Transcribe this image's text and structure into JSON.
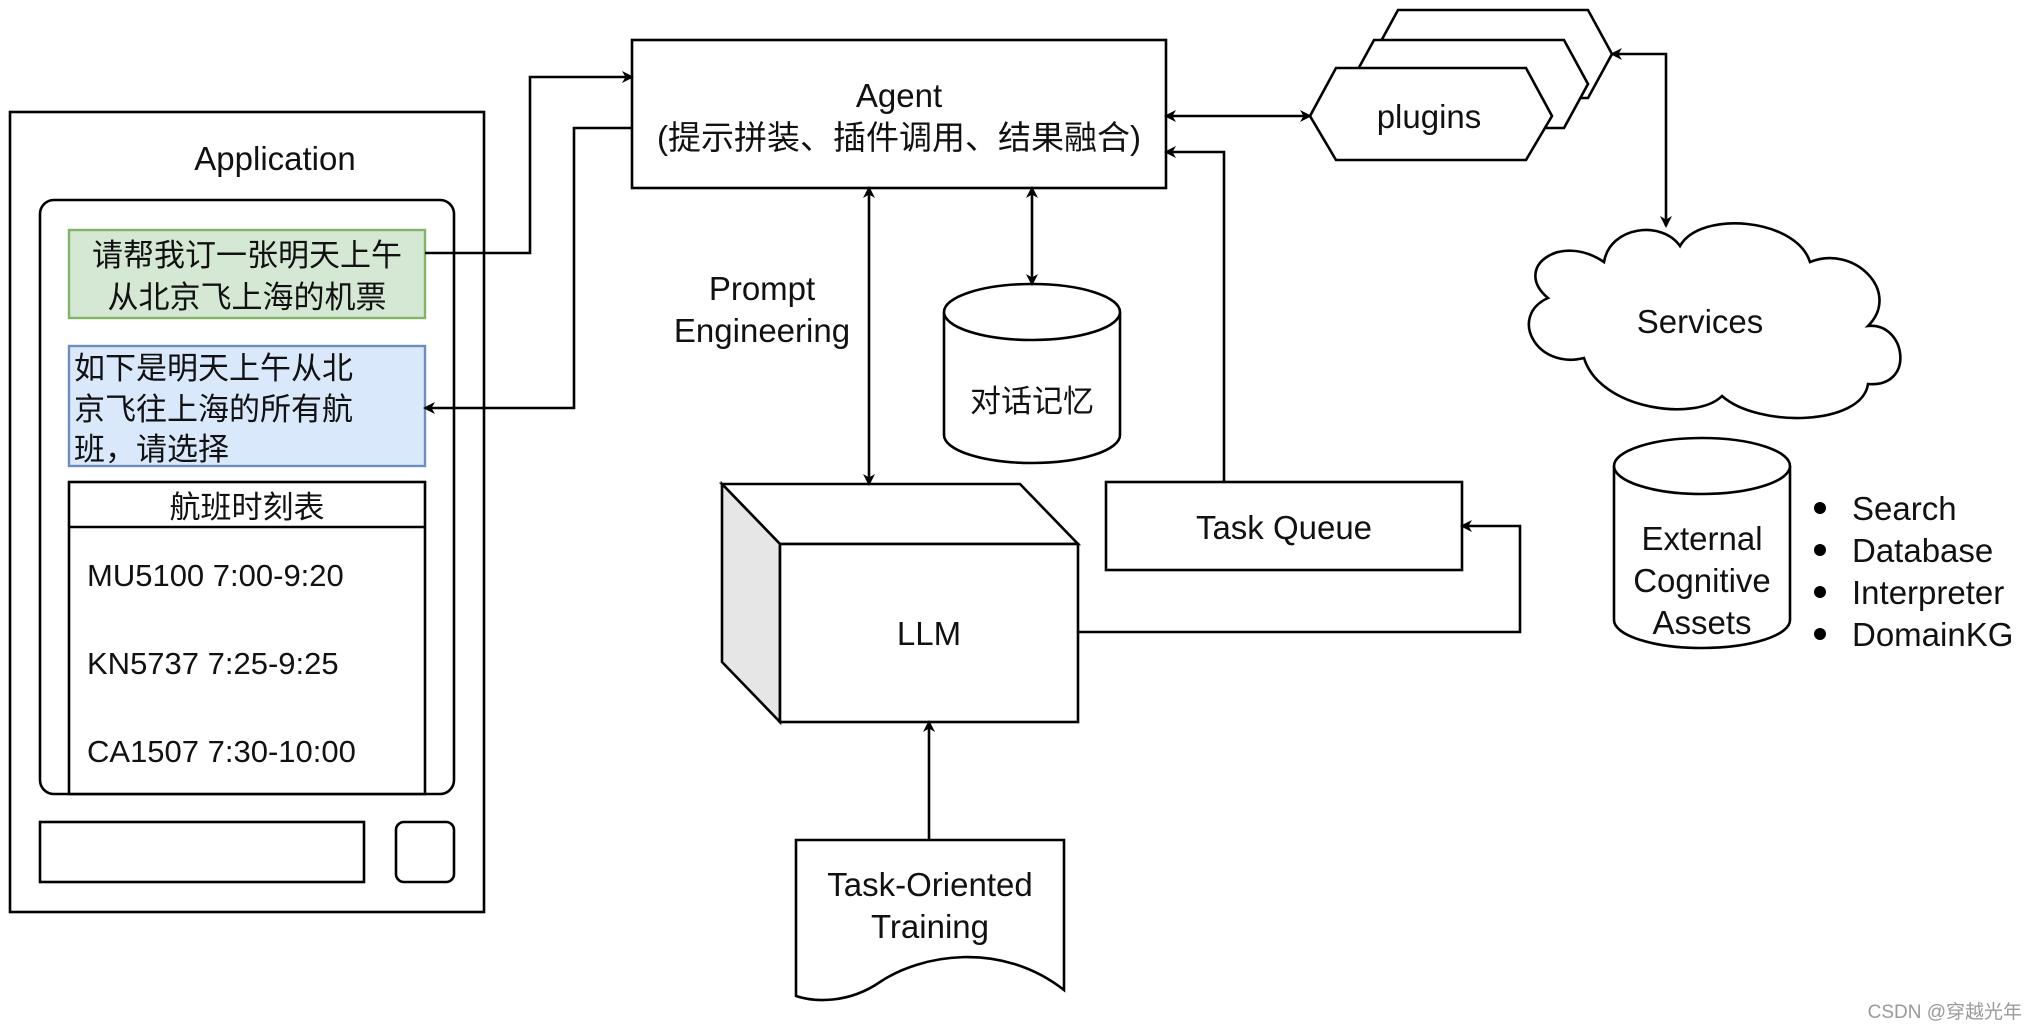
{
  "application": {
    "title": "Application",
    "user_message_lines": [
      "请帮我订一张明天上午",
      "从北京飞上海的机票"
    ],
    "reply_lines": [
      "如下是明天上午从北",
      "京飞往上海的所有航",
      "班，请选择"
    ],
    "schedule": {
      "title": "航班时刻表",
      "flights": [
        "MU5100 7:00-9:20",
        "KN5737 7:25-9:25",
        "CA1507 7:30-10:00"
      ]
    }
  },
  "agent": {
    "title": "Agent",
    "subtitle": "(提示拼装、插件调用、结果融合)"
  },
  "prompt_engineering": [
    "Prompt",
    "Engineering"
  ],
  "memory": {
    "label": "对话记忆"
  },
  "llm": {
    "label": "LLM"
  },
  "task_queue": {
    "label": "Task Queue"
  },
  "training": {
    "lines": [
      "Task-Oriented",
      "Training"
    ]
  },
  "plugins": {
    "label": "plugins"
  },
  "services": {
    "label": "Services"
  },
  "external_assets": {
    "lines": [
      "External",
      "Cognitive",
      "Assets"
    ],
    "items": [
      "Search",
      "Database",
      "Interpreter",
      "DomainKG"
    ]
  },
  "watermark": "CSDN @穿越光年",
  "colors": {
    "user_message_fill": "#d5e8d4",
    "user_message_border": "#82b366",
    "reply_fill": "#dae8fc",
    "reply_border": "#6c8ebf",
    "llm_side_fill": "#e6e6e6",
    "watermark": "#9a9a9a"
  }
}
